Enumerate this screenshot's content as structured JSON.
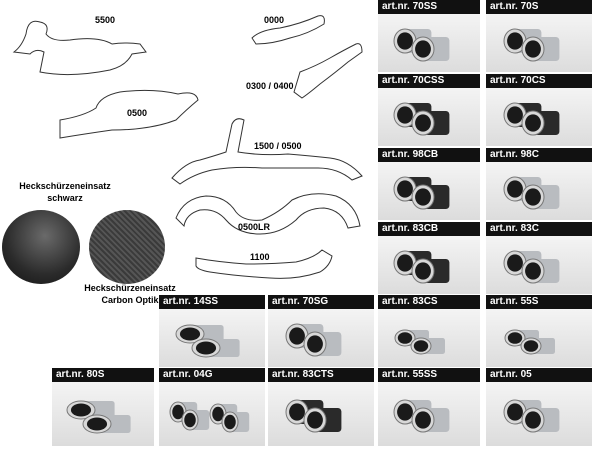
{
  "diagrams": {
    "labels": [
      "5500",
      "0000",
      "0300 / 0400",
      "0500",
      "1500 / 0500",
      "0500LR",
      "1100"
    ]
  },
  "trim": {
    "black_label": "Heckschürzeneinsatz schwarz",
    "carbon_label": "Heckschürzeneinsatz Carbon Optik"
  },
  "products": [
    {
      "label": "art.nr. 70SS",
      "finish": "steel",
      "shape": "round-twin"
    },
    {
      "label": "art.nr. 70S",
      "finish": "steel",
      "shape": "round-twin"
    },
    {
      "label": "art.nr. 70CSS",
      "finish": "carbon",
      "shape": "round-twin"
    },
    {
      "label": "art.nr. 70CS",
      "finish": "carbon",
      "shape": "round-twin"
    },
    {
      "label": "art.nr. 98CB",
      "finish": "carbon",
      "shape": "round-twin"
    },
    {
      "label": "art.nr. 98C",
      "finish": "steel",
      "shape": "round-twin"
    },
    {
      "label": "art.nr. 83CB",
      "finish": "carbon",
      "shape": "round-twin"
    },
    {
      "label": "art.nr. 83C",
      "finish": "steel",
      "shape": "round-twin"
    },
    {
      "label": "art.nr. 14SS",
      "finish": "steel",
      "shape": "oval-twin"
    },
    {
      "label": "art.nr. 70SG",
      "finish": "steel",
      "shape": "round-twin"
    },
    {
      "label": "art.nr. 83CS",
      "finish": "steel",
      "shape": "angled-twin"
    },
    {
      "label": "art.nr. 55S",
      "finish": "steel",
      "shape": "angled-twin"
    },
    {
      "label": "art.nr. 80S",
      "finish": "steel",
      "shape": "oval-twin"
    },
    {
      "label": "art.nr. 04G",
      "finish": "steel",
      "shape": "quad"
    },
    {
      "label": "art.nr. 83CTS",
      "finish": "carbon",
      "shape": "round-twin"
    },
    {
      "label": "art.nr. 55SS",
      "finish": "steel",
      "shape": "round-twin"
    },
    {
      "label": "art.nr. 05",
      "finish": "steel",
      "shape": "round-twin"
    }
  ],
  "colors": {
    "header_bg": "#111111",
    "header_text": "#ffffff",
    "steel": "#b9bcc0",
    "carbon": "#2a2a2a"
  }
}
